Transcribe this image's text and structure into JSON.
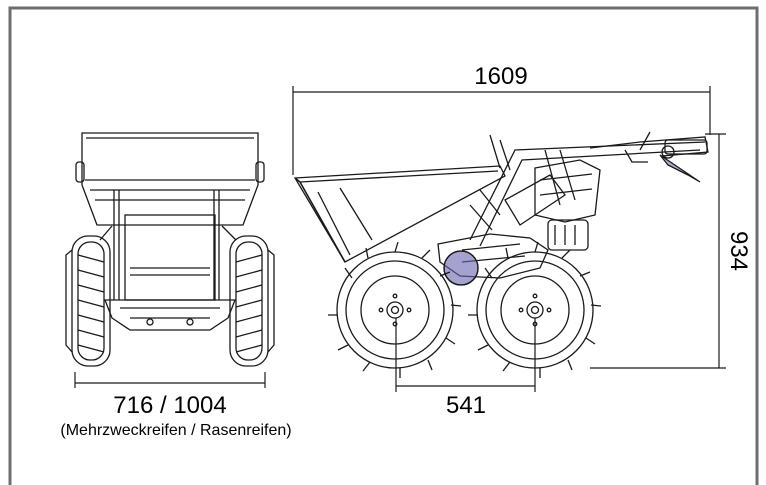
{
  "dimensions": {
    "overall_length": "1609",
    "overall_height": "934",
    "wheelbase": "541",
    "track_width": "716 / 1004",
    "tire_note": "(Mehrzweckreifen / Rasenreifen)"
  },
  "colors": {
    "line": "#1a1a1a",
    "frame": "#6e6e6e",
    "accent": "#6a64b0"
  }
}
